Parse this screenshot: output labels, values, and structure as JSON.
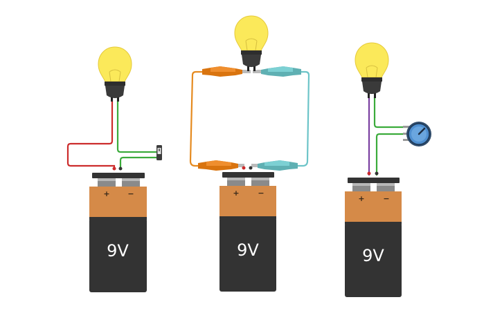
{
  "circuits": [
    {
      "id": "switch-circuit",
      "battery": {
        "label": "9V",
        "plus": "+",
        "minus": "−"
      },
      "wire_colors": {
        "left": "#cc2b2b",
        "right": "#3aab3a"
      },
      "component": "slide-switch"
    },
    {
      "id": "clip-circuit",
      "battery": {
        "label": "9V",
        "plus": "+",
        "minus": "−"
      },
      "wire_colors": {
        "left": "#e58a1f",
        "right": "#6cc4c8"
      },
      "component": "alligator-clips",
      "clip_colors": {
        "left": "#d9740f",
        "right": "#5fb0b3"
      }
    },
    {
      "id": "potentiometer-circuit",
      "battery": {
        "label": "9V",
        "plus": "+",
        "minus": "−"
      },
      "wire_colors": {
        "left": "#7b3fa0",
        "right": "#3aab3a"
      },
      "component": "potentiometer"
    }
  ],
  "colors": {
    "bulb_glass": "#fbe95a",
    "bulb_base": "#3a3a3a",
    "battery_top": "#d58a48",
    "battery_body": "#333333",
    "potentiometer": "#4f8fd0"
  }
}
